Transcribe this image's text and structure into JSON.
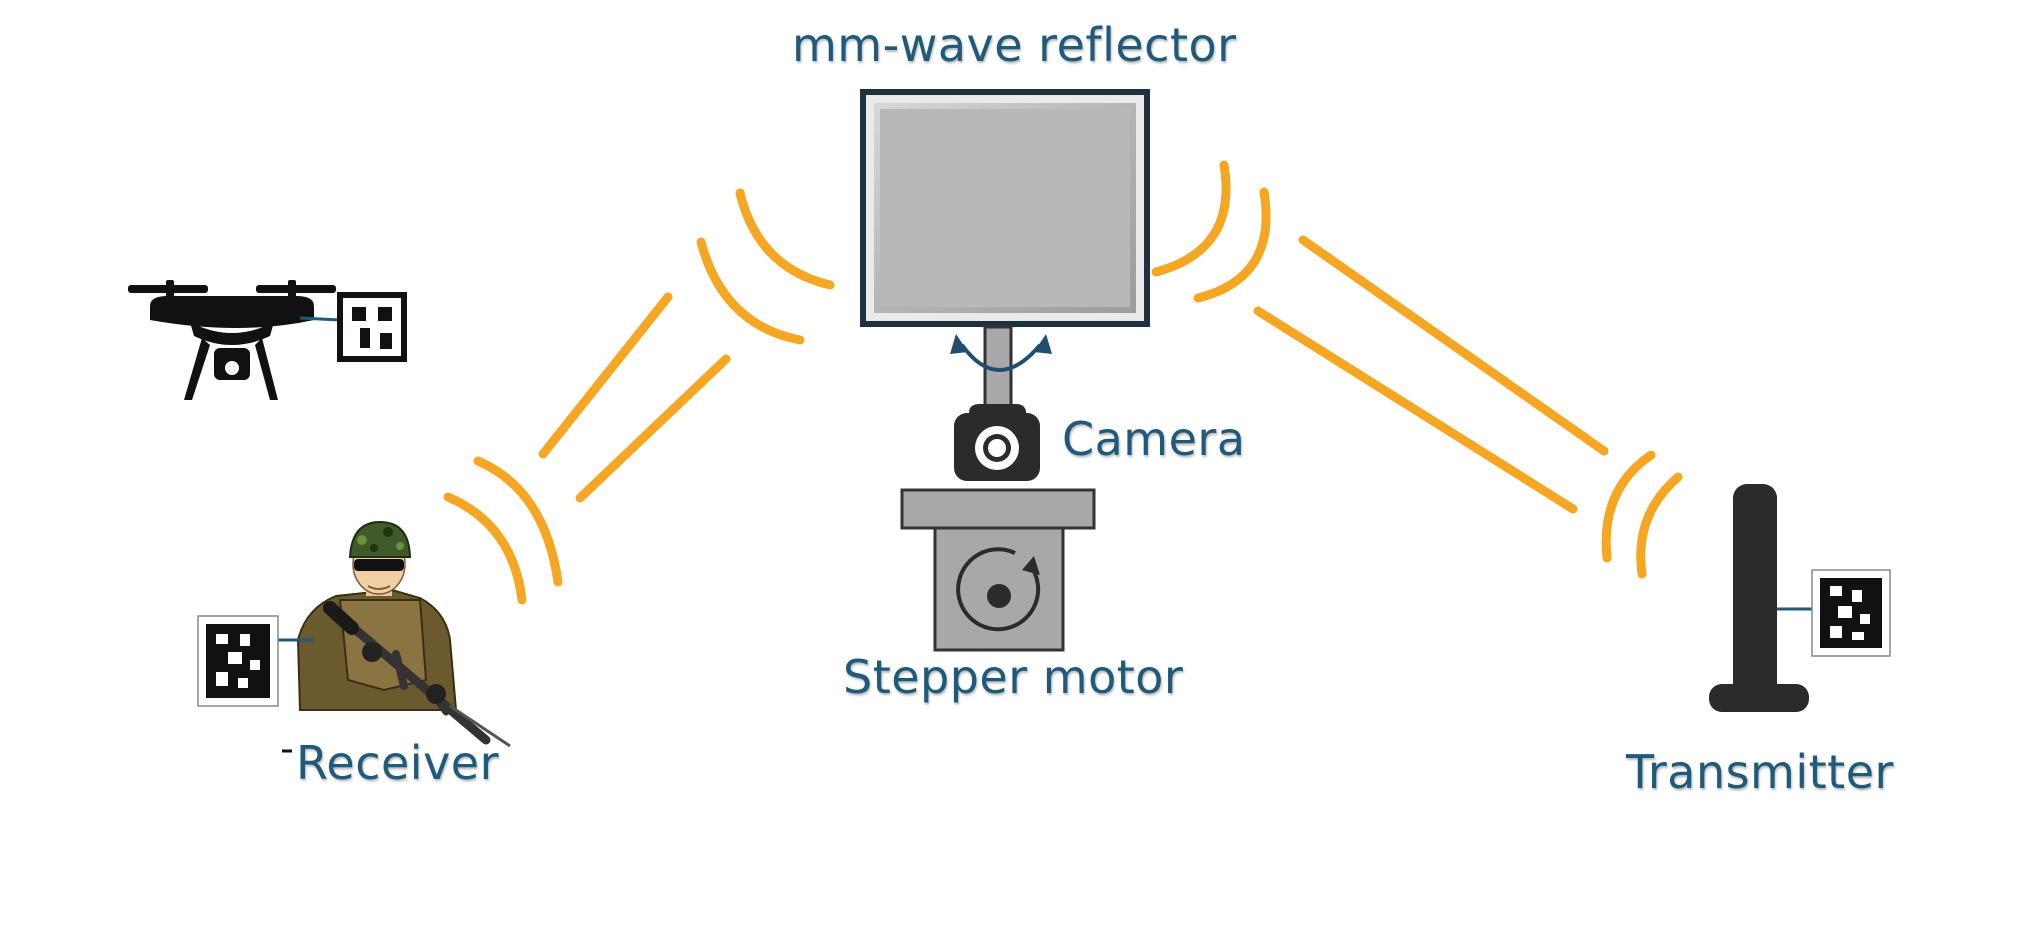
{
  "labels": {
    "reflector": "mm-wave reflector",
    "camera": "Camera",
    "motor": "Stepper motor",
    "receiver": "Receiver",
    "transmitter": "Transmitter"
  },
  "colors": {
    "label": "#1f5a7a",
    "beam": "#f5a623",
    "panel_fill": "#b8b8b8",
    "panel_frame": "#1e3140",
    "dark": "#2b2b2b",
    "motor_gray": "#a8a8a8"
  },
  "icons": {
    "drone": "drone-icon",
    "soldier": "soldier-icon",
    "camera": "camera-icon",
    "transmitter": "transmitter-icon",
    "rotate": "rotate-arrow-icon",
    "marker": "fiducial-marker-icon"
  }
}
